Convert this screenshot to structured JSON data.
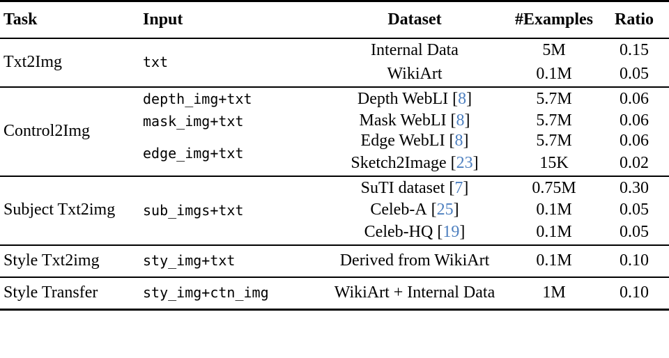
{
  "table": {
    "columns": [
      {
        "key": "task",
        "label": "Task",
        "align": "left"
      },
      {
        "key": "input",
        "label": "Input",
        "align": "left"
      },
      {
        "key": "dataset",
        "label": "Dataset",
        "align": "center"
      },
      {
        "key": "examples",
        "label": "#Examples",
        "align": "center"
      },
      {
        "key": "ratio",
        "label": "Ratio",
        "align": "center"
      }
    ],
    "citation_color": "#4d7fbf",
    "rule_color": "#000000",
    "sections": [
      {
        "task": "Txt2Img",
        "inputs": [
          "txt"
        ],
        "rows": [
          {
            "dataset": "Internal Data",
            "cite": "",
            "examples": "5M",
            "ratio": "0.15"
          },
          {
            "dataset": "WikiArt",
            "cite": "",
            "examples": "0.1M",
            "ratio": "0.05"
          }
        ]
      },
      {
        "task": "Control2Img",
        "inputs": [
          "depth_img+txt",
          "mask_img+txt",
          "edge_img+txt"
        ],
        "rows": [
          {
            "dataset": "Depth WebLI",
            "cite": "8",
            "examples": "5.7M",
            "ratio": "0.06"
          },
          {
            "dataset": "Mask WebLI",
            "cite": "8",
            "examples": "5.7M",
            "ratio": "0.06"
          },
          {
            "dataset": "Edge WebLI",
            "cite": "8",
            "examples": "5.7M",
            "ratio": "0.06"
          },
          {
            "dataset": "Sketch2Image",
            "cite": "23",
            "examples": "15K",
            "ratio": "0.02"
          }
        ]
      },
      {
        "task": "Subject Txt2img",
        "inputs": [
          "sub_imgs+txt"
        ],
        "rows": [
          {
            "dataset": "SuTI dataset",
            "cite": "7",
            "examples": "0.75M",
            "ratio": "0.30"
          },
          {
            "dataset": "Celeb-A",
            "cite": "25",
            "examples": "0.1M",
            "ratio": "0.05"
          },
          {
            "dataset": "Celeb-HQ",
            "cite": "19",
            "examples": "0.1M",
            "ratio": "0.05"
          }
        ]
      },
      {
        "task": "Style Txt2img",
        "inputs": [
          "sty_img+txt"
        ],
        "rows": [
          {
            "dataset": "Derived from WikiArt",
            "cite": "",
            "examples": "0.1M",
            "ratio": "0.10"
          }
        ]
      },
      {
        "task": "Style Transfer",
        "inputs": [
          "sty_img+ctn_img"
        ],
        "rows": [
          {
            "dataset": "WikiArt + Internal Data",
            "cite": "",
            "examples": "1M",
            "ratio": "0.10"
          }
        ]
      }
    ]
  },
  "cells": {
    "header": {
      "task": "Task",
      "input": "Input",
      "dataset": "Dataset",
      "examples": "#Examples",
      "ratio": "Ratio"
    },
    "s0": {
      "task": "Txt2Img",
      "input0": "txt",
      "r0": {
        "dataset": "Internal Data",
        "examples": "5M",
        "ratio": "0.15"
      },
      "r1": {
        "dataset": "WikiArt",
        "examples": "0.1M",
        "ratio": "0.05"
      }
    },
    "s1": {
      "task": "Control2Img",
      "input0": "depth_img+txt",
      "input1": "mask_img+txt",
      "input2": "edge_img+txt",
      "r0": {
        "dataset": "Depth WebLI",
        "cite": "8",
        "examples": "5.7M",
        "ratio": "0.06"
      },
      "r1": {
        "dataset": "Mask WebLI",
        "cite": "8",
        "examples": "5.7M",
        "ratio": "0.06"
      },
      "r2": {
        "dataset": "Edge WebLI",
        "cite": "8",
        "examples": "5.7M",
        "ratio": "0.06"
      },
      "r3": {
        "dataset": "Sketch2Image",
        "cite": "23",
        "examples": "15K",
        "ratio": "0.02"
      }
    },
    "s2": {
      "task": "Subject Txt2img",
      "input0": "sub_imgs+txt",
      "r0": {
        "dataset": "SuTI dataset",
        "cite": "7",
        "examples": "0.75M",
        "ratio": "0.30"
      },
      "r1": {
        "dataset": "Celeb-A",
        "cite": "25",
        "examples": "0.1M",
        "ratio": "0.05"
      },
      "r2": {
        "dataset": "Celeb-HQ",
        "cite": "19",
        "examples": "0.1M",
        "ratio": "0.05"
      }
    },
    "s3": {
      "task": "Style Txt2img",
      "input0": "sty_img+txt",
      "r0": {
        "dataset": "Derived from WikiArt",
        "examples": "0.1M",
        "ratio": "0.10"
      }
    },
    "s4": {
      "task": "Style Transfer",
      "input0": "sty_img+ctn_img",
      "r0": {
        "dataset": "WikiArt + Internal Data",
        "examples": "1M",
        "ratio": "0.10"
      }
    }
  },
  "brackets": {
    "open": "[",
    "close": "]"
  }
}
